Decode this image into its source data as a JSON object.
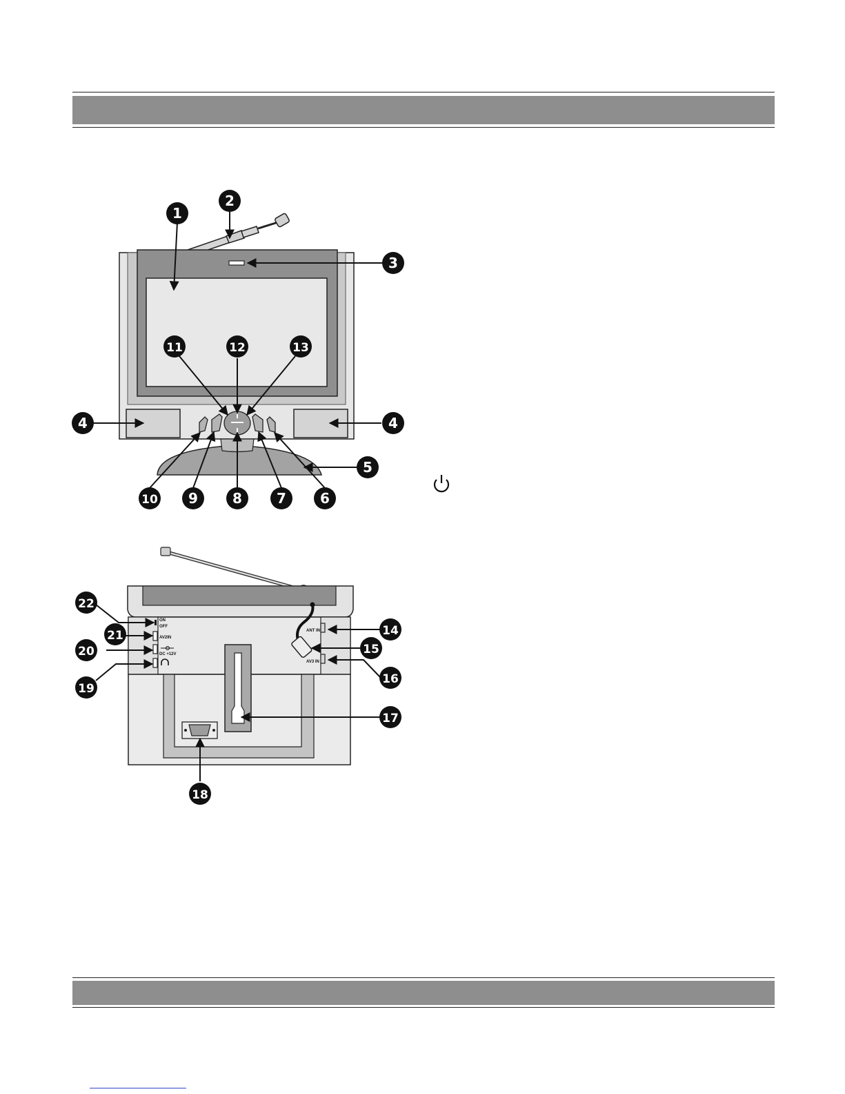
{
  "front_view": {
    "callouts": [
      "1",
      "2",
      "3",
      "4",
      "4",
      "5",
      "6",
      "7",
      "8",
      "9",
      "10",
      "11",
      "12",
      "13"
    ]
  },
  "rear_view": {
    "callouts": [
      "14",
      "15",
      "16",
      "17",
      "18",
      "19",
      "20",
      "21",
      "22"
    ],
    "panel_labels": {
      "on": "ON",
      "off": "OFF",
      "av2_in": "AV2IN",
      "dc_12v": "DC +12V",
      "ant_in": "ANT IN",
      "av3_in": "AV3 IN"
    }
  },
  "icons": [
    "power-icon",
    "headphone-icon",
    "antenna-icon",
    "d-sub-connector-icon"
  ],
  "colors": {
    "band": "#8e8e8e",
    "body": "#e4e4e4",
    "bezel": "#8f8f8f",
    "screen": "#e8e8e8",
    "callout": "#111111",
    "link": "#3344cc"
  }
}
